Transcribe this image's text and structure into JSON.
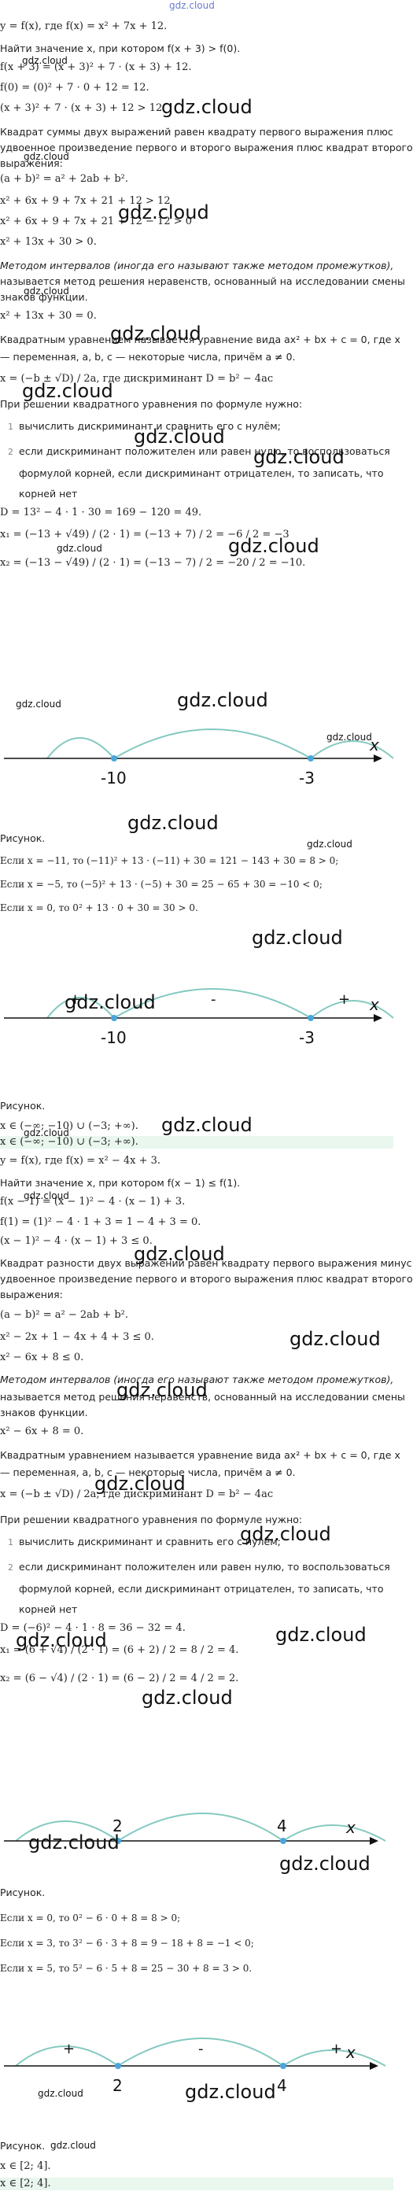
{
  "header": {
    "site": "gdz.cloud"
  },
  "part1": {
    "l01": "y = f(x), где f(x) = x² + 7x + 12.",
    "l02": "Найти значение x, при котором f(x + 3) > f(0).",
    "l03": "f(x + 3) = (x + 3)² + 7 · (x + 3) + 12.",
    "l04": "f(0) = (0)² + 7 · 0 + 12 = 12.",
    "l05": "(x + 3)² + 7 · (x + 3) + 12 > 12",
    "l06": "Квадрат суммы двух выражений равен квадрату первого выражения плюс",
    "l07": "удвоенное произведение первого и второго выражения плюс квадрат второго",
    "l08": "выражения:",
    "l09": "(a + b)² = a² + 2ab + b².",
    "l10": "x² + 6x + 9 + 7x + 21 + 12 > 12",
    "l11": "x² + 6x + 9 + 7x + 21 + 12 − 12 > 0",
    "l12": "x² + 13x + 30 > 0.",
    "l13": "Методом интервалов (иногда его называют также методом промежутков),",
    "l14": "называется метод решения неравенств, основанный на исследовании смены",
    "l15": "знаков функции.",
    "l16": "x² + 13x + 30 = 0.",
    "l17": "Квадратным уравнением называется уравнение вида ax² + bx + c = 0, где x",
    "l18": "— переменная, a, b, c — некоторые числа, причём a ≠ 0.",
    "l19": "x = (−b ± √D) / 2a, где дискриминант D = b² − 4ac",
    "l20": "При решении квадратного уравнения по формуле нужно:",
    "li1": "вычислить дискриминант и сравнить его с нулём;",
    "li2a": "если дискриминант положителен или равен нулю, то воспользоваться",
    "li2b": "формулой корней, если дискриминант отрицателен, то записать, что",
    "li2c": "корней нет",
    "l21": "D = 13² − 4 · 1 · 30 = 169 − 120 = 49.",
    "l22": "x₁ = (−13 + √49) / (2 · 1) = (−13 + 7) / 2 = −6 / 2 = −3",
    "l23": "x₂ = (−13 − √49) / (2 · 1) = (−13 − 7) / 2 = −20 / 2 = −10.",
    "axis_a_left": "-10",
    "axis_a_right": "-3",
    "axis_var": "x",
    "l24": "Рисунок.",
    "l25": "Если x = −11, то (−11)² + 13 · (−11) + 30 = 121 − 143 + 30 = 8 > 0;",
    "l26": "Если x = −5, то (−5)² + 13 · (−5) + 30 = 25 − 65 + 30 = −10 < 0;",
    "l27": "Если x = 0, то 0² + 13 · 0 + 30 = 30 > 0.",
    "axis_b_left": "-10",
    "axis_b_right": "-3",
    "sign_b1": "+",
    "sign_b2": "-",
    "sign_b3": "+",
    "l28": "Рисунок.",
    "l29": "x ∈ (−∞; −10) ∪ (−3; +∞).",
    "l30": "x ∈ (−∞; −10) ∪ (−3; +∞)."
  },
  "part2": {
    "l01": "y = f(x), где f(x) = x² − 4x + 3.",
    "l02": "Найти значение x, при котором f(x − 1) ≤ f(1).",
    "l03": "f(x − 1) = (x − 1)² − 4 · (x − 1) + 3.",
    "l04": "f(1) = (1)² − 4 · 1 + 3 = 1 − 4 + 3 = 0.",
    "l05": "(x − 1)² − 4 · (x − 1) + 3 ≤ 0.",
    "l06": "Квадрат разности двух выражений равен квадрату первого выражения минус",
    "l07": "удвоенное произведение первого и второго выражения плюс квадрат второго",
    "l08": "выражения:",
    "l09": "(a − b)² = a² − 2ab + b².",
    "l10": "x² − 2x + 1 − 4x + 4 + 3 ≤ 0.",
    "l11": "x² − 6x + 8 ≤ 0.",
    "l12": "Методом интервалов (иногда его называют также методом промежутков),",
    "l13": "называется метод решения неравенств, основанный на исследовании смены",
    "l14": "знаков функции.",
    "l15": "x² − 6x + 8 = 0.",
    "l16": "Квадратным уравнением называется уравнение вида ax² + bx + c = 0, где x",
    "l17": "— переменная, a, b, c — некоторые числа, причём a ≠ 0.",
    "l18": "x = (−b ± √D) / 2a, где дискриминант D = b² − 4ac",
    "l19": "При решении квадратного уравнения по формуле нужно:",
    "li1": "вычислить дискриминант и сравнить его с нулём;",
    "li2a": "если дискриминант положителен или равен нулю, то воспользоваться",
    "li2b": "формулой корней, если дискриминант отрицателен, то записать, что",
    "li2c": "корней нет",
    "l20": "D = (−6)² − 4 · 1 · 8 = 36 − 32 = 4.",
    "l21": "x₁ = (6 + √4) / (2 · 1) = (6 + 2) / 2 = 8 / 2 = 4.",
    "l22": "x₂ = (6 − √4) / (2 · 1) = (6 − 2) / 2 = 4 / 2 = 2.",
    "axis_c_left": "2",
    "axis_c_right": "4",
    "l23": "Рисунок.",
    "l24": "Если x = 0, то 0² − 6 · 0 + 8 = 8 > 0;",
    "l25": "Если x = 3, то 3² − 6 · 3 + 8 = 9 − 18 + 8 = −1 < 0;",
    "l26": "Если x = 5, то 5² − 6 · 5 + 8 = 25 − 30 + 8 = 3 > 0.",
    "axis_d_left": "2",
    "axis_d_right": "4",
    "sign_d1": "+",
    "sign_d2": "-",
    "sign_d3": "+",
    "l27": "Рисунок.",
    "l28": "x ∈ [2; 4].",
    "l29": "x ∈ [2; 4]."
  },
  "watermark": {
    "text": "gdz.cloud"
  },
  "colors": {
    "arc": "#84c9c0",
    "point": "#4aa6d9",
    "axis": "#111111",
    "answer_bg": "#e9f7ef"
  }
}
